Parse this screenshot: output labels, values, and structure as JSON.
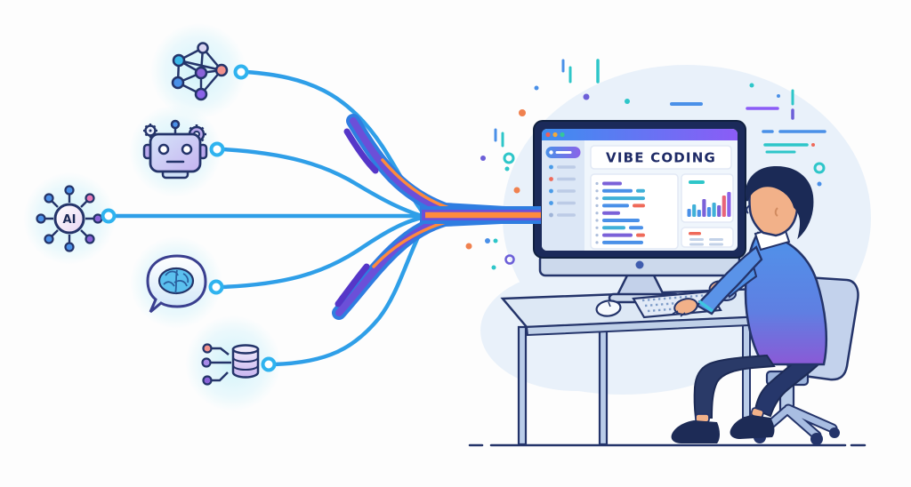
{
  "monitor": {
    "title": "VIBE CODING",
    "traffic_lights": [
      "#ef5f57",
      "#f2a93c",
      "#35c79a"
    ],
    "sidebar_dots": [
      "#4a9be8",
      "#ef6a5a",
      "#4a9be8",
      "#4a9be8",
      "#9fb4d8"
    ],
    "code_lines": [
      [
        [
          22,
          "#7b61d8"
        ]
      ],
      [
        [
          34,
          "#4a90e8"
        ],
        [
          10,
          "#3fb0d8"
        ]
      ],
      [
        [
          48,
          "#3fb0d8"
        ]
      ],
      [
        [
          30,
          "#4a90e8"
        ],
        [
          14,
          "#ef6a5a"
        ]
      ],
      [
        [
          20,
          "#7b61d8"
        ]
      ],
      [
        [
          42,
          "#4a90e8"
        ]
      ],
      [
        [
          26,
          "#3fb0d8"
        ],
        [
          16,
          "#4a90e8"
        ]
      ],
      [
        [
          34,
          "#7b61d8"
        ],
        [
          10,
          "#ef6a5a"
        ]
      ],
      [
        [
          46,
          "#4a90e8"
        ]
      ]
    ],
    "chart": {
      "type": "bar",
      "header_color": "#2ec6c9",
      "bars": [
        {
          "h": 9,
          "c": "#4a90e8"
        },
        {
          "h": 14,
          "c": "#3fb0d8"
        },
        {
          "h": 8,
          "c": "#4a90e8"
        },
        {
          "h": 20,
          "c": "#7b61d8"
        },
        {
          "h": 11,
          "c": "#4a90e8"
        },
        {
          "h": 16,
          "c": "#3fb0d8"
        },
        {
          "h": 13,
          "c": "#7b61d8"
        },
        {
          "h": 24,
          "c": "#e8647a"
        },
        {
          "h": 28,
          "c": "#8a63e8"
        }
      ]
    },
    "list_card": {
      "header_color": "#ef6a5a",
      "rows": 2,
      "cols": 2,
      "row_color": "#c3d2e8"
    }
  },
  "icons": [
    {
      "name": "neural-network-icon"
    },
    {
      "name": "robot-icon"
    },
    {
      "name": "ai-hub-icon",
      "label": "AI"
    },
    {
      "name": "brain-speech-icon"
    },
    {
      "name": "data-pipeline-icon"
    }
  ],
  "palette": {
    "cable_cyan": "#2f9fe8",
    "band_blue": "#2f7de1",
    "band_purple": "#6c4fd8",
    "band_orange": "#ff8a3c",
    "outline_navy": "#24346a",
    "glow_cyan": "#b5ecf8",
    "blob": "#e9f1fa",
    "accent_teal": "#2ec6c9",
    "accent_red": "#ef6a5a",
    "title_color": "#1e2a66"
  }
}
